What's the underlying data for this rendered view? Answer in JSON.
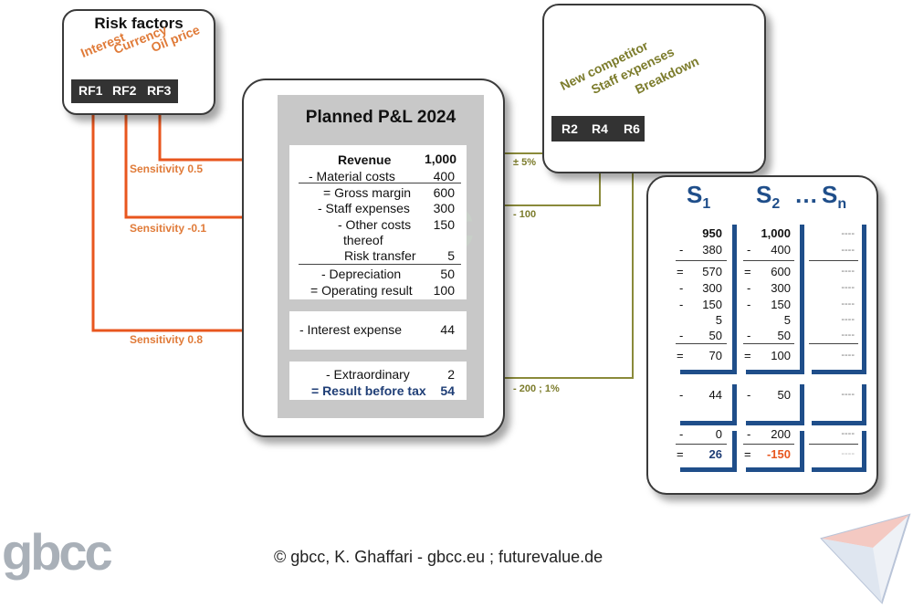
{
  "risk_factors": {
    "title": "Risk factors",
    "factors": [
      {
        "code": "RF1",
        "name": "Interest"
      },
      {
        "code": "RF2",
        "name": "Currency"
      },
      {
        "code": "RF3",
        "name": "Oil price"
      }
    ]
  },
  "risks": {
    "items": [
      {
        "code": "R2",
        "name": "New competitor"
      },
      {
        "code": "R4",
        "name": "Staff expenses"
      },
      {
        "code": "R6",
        "name": "Breakdown"
      }
    ]
  },
  "sensitivities": [
    "Sensitivity  0.5",
    "Sensitivity -0.1",
    "Sensitivity  0.8"
  ],
  "risk_effects": [
    "± 5%",
    "- 100",
    "- 200 ; 1%"
  ],
  "pl": {
    "title": "Planned P&L 2024",
    "revenue_label": "Revenue",
    "revenue_value": "1,000",
    "material_label": "-   Material costs",
    "material_value": "400",
    "gross_label": "=  Gross margin",
    "gross_value": "600",
    "staff_label": "-  Staff expenses",
    "staff_value": "300",
    "other_label": "-  Other costs",
    "other_value": "150",
    "thereof_label": "thereof",
    "risk_transfer_label": "Risk transfer",
    "risk_transfer_value": "5",
    "depreciation_label": "-  Depreciation",
    "depreciation_value": "50",
    "operating_label": "=  Operating result",
    "operating_value": "100",
    "interest_label": "-  Interest expense",
    "interest_value": "44",
    "extra_label": "-  Extraordinary",
    "extra_value": "2",
    "result_label": "= Result before tax",
    "result_value": "54"
  },
  "scenarios": {
    "s1": {
      "prefix": "S",
      "sub": "1"
    },
    "s2": {
      "prefix": "S",
      "sub": "2"
    },
    "ellipsis": "…",
    "sn": {
      "prefix": "S",
      "sub": "n"
    },
    "col1": {
      "v": [
        "950",
        "380",
        "570",
        "300",
        "150",
        "5",
        "50",
        "70",
        "44",
        "0",
        "26"
      ],
      "s": [
        "",
        "-",
        "=",
        "-",
        "-",
        "",
        "-",
        "=",
        "-",
        "-",
        "="
      ]
    },
    "col2": {
      "v": [
        "1,000",
        "400",
        "600",
        "300",
        "150",
        "5",
        "50",
        "100",
        "50",
        "200",
        "-150"
      ],
      "s": [
        "",
        "-",
        "=",
        "-",
        "-",
        "",
        "-",
        "=",
        "-",
        "-",
        "="
      ]
    },
    "placeholder": "----"
  },
  "footer": {
    "copyright": "© gbcc, K. Ghaffari - gbcc.eu ; futurevalue.de",
    "logo": "gbcc",
    "watermark": "gbcc"
  },
  "colors": {
    "orange": "#e07b39",
    "olive": "#7c7c2c",
    "blue": "#1f4e8a",
    "dark": "#333333"
  }
}
